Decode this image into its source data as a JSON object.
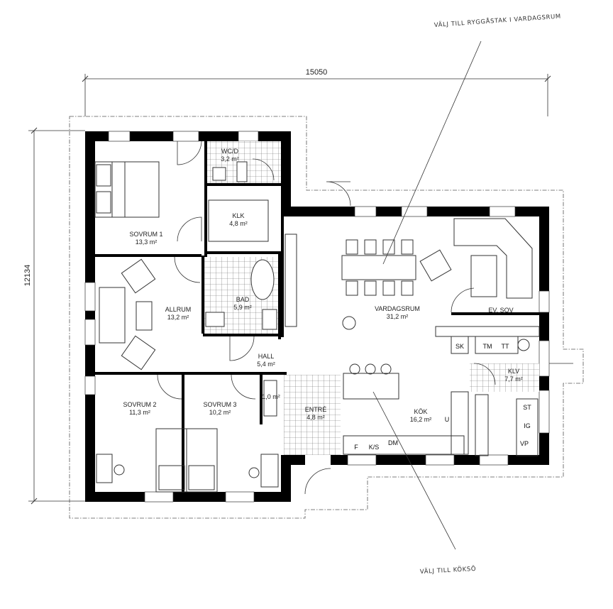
{
  "dimensions": {
    "width": "15050",
    "depth": "12134"
  },
  "rooms": {
    "sovrum1": {
      "name": "SOVRUM 1",
      "area": "13,3 m²"
    },
    "wcd": {
      "name": "WC/D",
      "area": "3,2 m²"
    },
    "klk": {
      "name": "KLK",
      "area": "4,8 m²"
    },
    "allrum": {
      "name": "ALLRUM",
      "area": "13,2 m²"
    },
    "bad": {
      "name": "BAD",
      "area": "5,9 m²"
    },
    "hall": {
      "name": "HALL",
      "area": "5,4 m²"
    },
    "vardagsrum": {
      "name": "VARDAGSRUM",
      "area": "31,2 m²"
    },
    "evsov": {
      "name": "EV. SOV"
    },
    "sovrum2": {
      "name": "SOVRUM 2",
      "area": "11,3 m²"
    },
    "sovrum3": {
      "name": "SOVRUM 3",
      "area": "10,2 m²"
    },
    "klv": {
      "name": "KLV",
      "area": "7,7 m²"
    },
    "entre": {
      "name": "ENTRÉ",
      "area": "4,8 m²"
    },
    "kok": {
      "name": "KÖK",
      "area": "16,2 m²"
    },
    "small": {
      "area": "1,0 m²"
    }
  },
  "fixtures": {
    "sk": "SK",
    "tm": "TM",
    "tt": "TT",
    "st": "ST",
    "ig": "IG",
    "vp": "VP",
    "f": "F",
    "ks": "K/S",
    "dm": "DM",
    "u": "U"
  },
  "annotations": {
    "ceiling": "VÄLJ TILL RYGGÅSTAK I VARDAGSRUM",
    "island": "VÄLJ TILL KÖKSÖ"
  }
}
